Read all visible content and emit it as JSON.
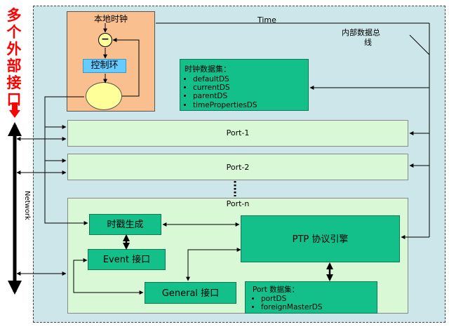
{
  "side_title": "多个外部接口",
  "clock": {
    "title": "本地时钟",
    "minus_symbol": "−",
    "loop_label": "控制环"
  },
  "time_label": "Time",
  "internal_bus": {
    "line1": "内部数据总",
    "line2": "线"
  },
  "clock_dataset": {
    "title": "时钟数据集：",
    "items": [
      "defaultDS",
      "currentDS",
      "parentDS",
      "timePropertiesDS"
    ]
  },
  "ports": {
    "port1": "Port-1",
    "port2": "Port-2",
    "portn": "Port-n"
  },
  "portn_blocks": {
    "timestamp": "时戳生成",
    "event": "Event 接口",
    "general": "General 接口",
    "ptp_engine": "PTP 协议引擎"
  },
  "port_dataset": {
    "title": "Port 数据集：",
    "items": [
      "portDS",
      "foreignMasterDS"
    ]
  },
  "network_label": "Network",
  "colors": {
    "outer_bg": "#cce6ea",
    "clock_bg": "#f9bf8f",
    "dataset_green": "#14c08a",
    "port_bg": "#d9f9d6",
    "loop_blue": "#66ccff",
    "title_red": "#ff0000"
  }
}
